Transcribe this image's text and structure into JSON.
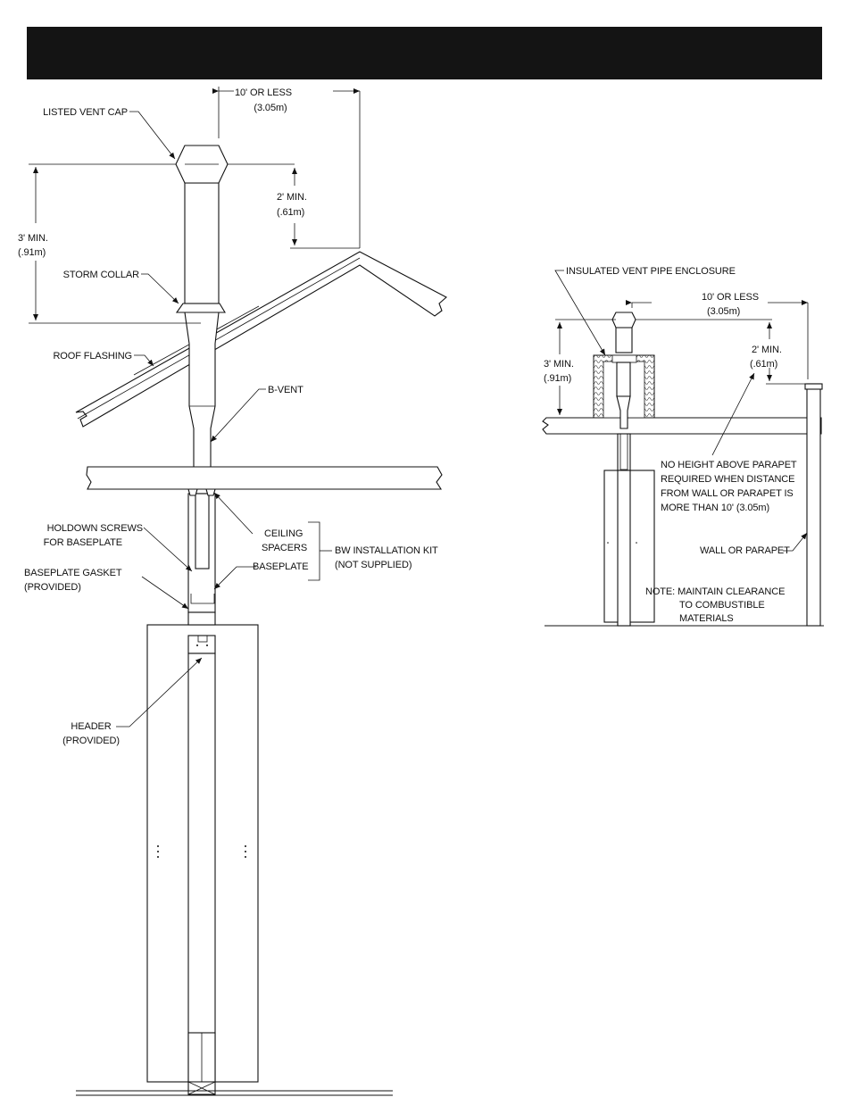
{
  "header": {
    "title": ""
  },
  "left_diagram": {
    "dim_top_1": "10' OR LESS",
    "dim_top_2": "(3.05m)",
    "vent_cap": "LISTED VENT CAP",
    "min2_1": "2' MIN.",
    "min2_2": "(.61m)",
    "min3_1": "3' MIN.",
    "min3_2": "(.91m)",
    "storm_collar": "STORM COLLAR",
    "roof_flashing": "ROOF FLASHING",
    "b_vent": "B-VENT",
    "holdown_1": "HOLDOWN SCREWS",
    "holdown_2": "FOR BASEPLATE",
    "ceiling_1": "CEILING",
    "ceiling_2": "SPACERS",
    "baseplate": "BASEPLATE",
    "kit_1": "BW INSTALLATION KIT",
    "kit_2": "(NOT SUPPLIED)",
    "gasket_1": "BASEPLATE GASKET",
    "gasket_2": "(PROVIDED)",
    "header_1": "HEADER",
    "header_2": "(PROVIDED)"
  },
  "right_diagram": {
    "enclosure": "INSULATED VENT PIPE ENCLOSURE",
    "dim_top_1": "10' OR LESS",
    "dim_top_2": "(3.05m)",
    "min3_1": "3' MIN.",
    "min3_2": "(.91m)",
    "min2_1": "2' MIN.",
    "min2_2": "(.61m)",
    "parapet_1": "NO HEIGHT ABOVE PARAPET",
    "parapet_2": "REQUIRED WHEN DISTANCE",
    "parapet_3": "FROM WALL OR PARAPET IS",
    "parapet_4": "MORE THAN 10' (3.05m)",
    "wall": "WALL OR PARAPET",
    "note_1": "NOTE: MAINTAIN CLEARANCE",
    "note_2": "TO COMBUSTIBLE",
    "note_3": "MATERIALS"
  }
}
